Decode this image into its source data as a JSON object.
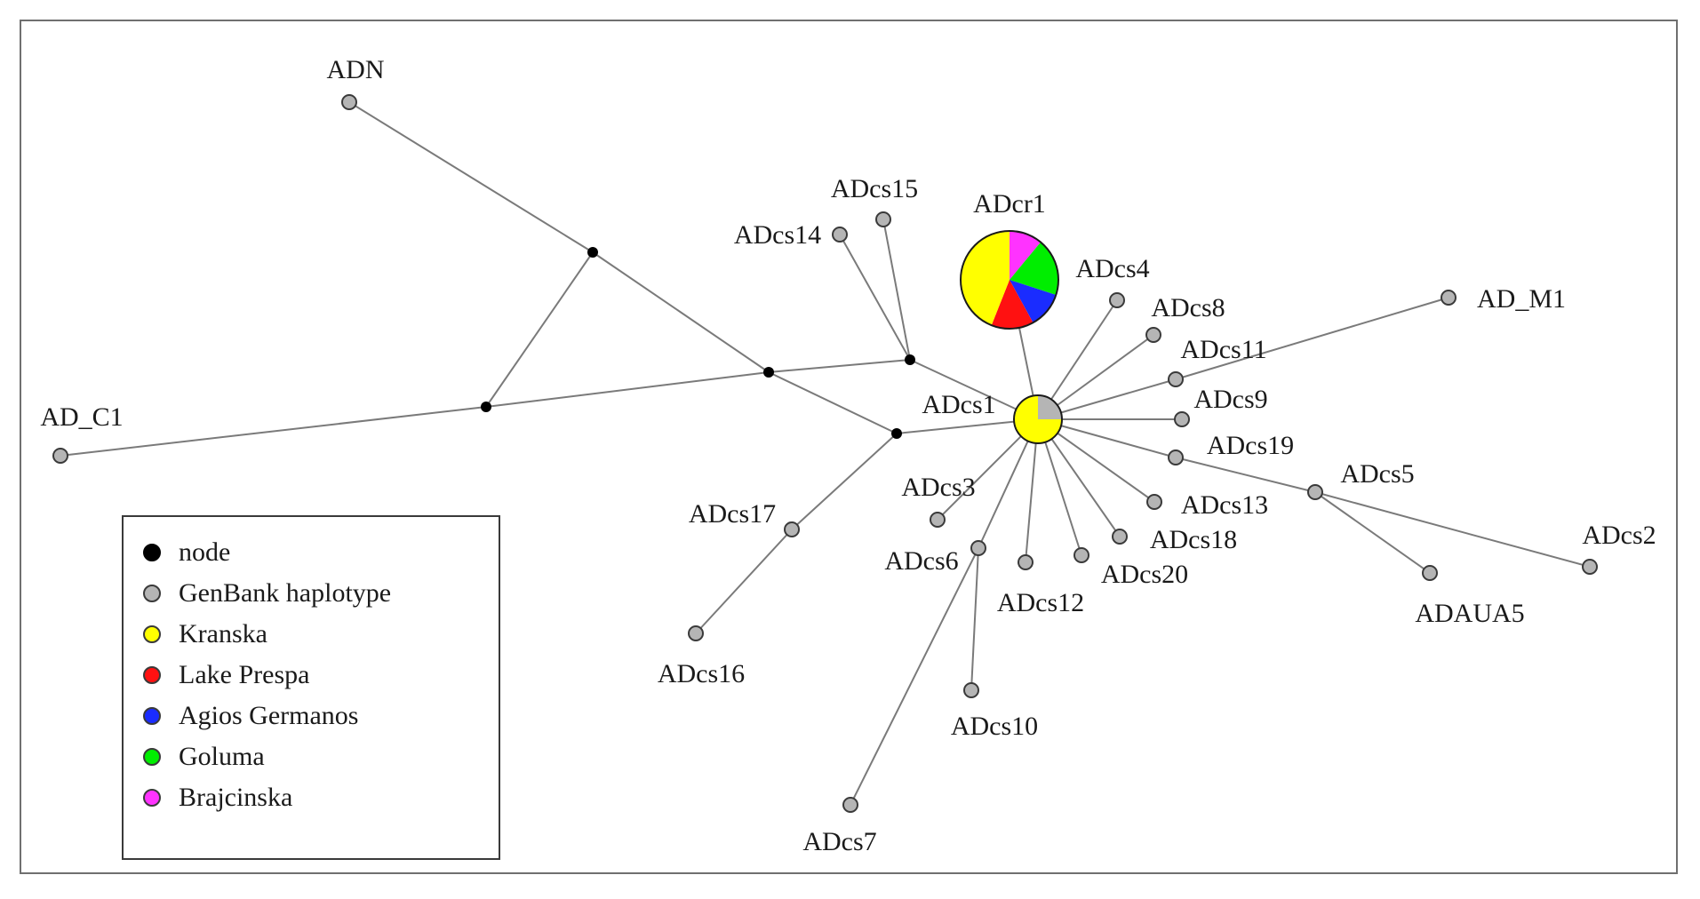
{
  "colors": {
    "node": "#000000",
    "genbank": "#b5b5b5",
    "kranska": "#ffff00",
    "lake_prespa": "#ff1111",
    "agios_germanos": "#1a2cff",
    "goluma": "#00ee00",
    "brajcinska": "#ff33ff"
  },
  "haplotypes": [
    {
      "id": "ADN",
      "label": "ADN"
    },
    {
      "id": "AD_C1",
      "label": "AD_C1"
    },
    {
      "id": "ADcs14",
      "label": "ADcs14"
    },
    {
      "id": "ADcs15",
      "label": "ADcs15"
    },
    {
      "id": "ADcr1",
      "label": "ADcr1"
    },
    {
      "id": "ADcs4",
      "label": "ADcs4"
    },
    {
      "id": "ADcs8",
      "label": "ADcs8"
    },
    {
      "id": "ADcs11",
      "label": "ADcs11"
    },
    {
      "id": "AD_M1",
      "label": "AD_M1"
    },
    {
      "id": "ADcs1",
      "label": "ADcs1"
    },
    {
      "id": "ADcs9",
      "label": "ADcs9"
    },
    {
      "id": "ADcs19",
      "label": "ADcs19"
    },
    {
      "id": "ADcs5",
      "label": "ADcs5"
    },
    {
      "id": "ADcs2",
      "label": "ADcs2"
    },
    {
      "id": "ADAUA5",
      "label": "ADAUA5"
    },
    {
      "id": "ADcs13",
      "label": "ADcs13"
    },
    {
      "id": "ADcs18",
      "label": "ADcs18"
    },
    {
      "id": "ADcs20",
      "label": "ADcs20"
    },
    {
      "id": "ADcs12",
      "label": "ADcs12"
    },
    {
      "id": "ADcs3",
      "label": "ADcs3"
    },
    {
      "id": "ADcs6",
      "label": "ADcs6"
    },
    {
      "id": "ADcs10",
      "label": "ADcs10"
    },
    {
      "id": "ADcs7",
      "label": "ADcs7"
    },
    {
      "id": "ADcs17",
      "label": "ADcs17"
    },
    {
      "id": "ADcs16",
      "label": "ADcs16"
    }
  ],
  "pies": {
    "ADcr1": [
      {
        "group": "kranska",
        "fraction": 0.44
      },
      {
        "group": "lake_prespa",
        "fraction": 0.14
      },
      {
        "group": "agios_germanos",
        "fraction": 0.12
      },
      {
        "group": "goluma",
        "fraction": 0.19
      },
      {
        "group": "brajcinska",
        "fraction": 0.11
      }
    ],
    "ADcs1": [
      {
        "group": "kranska",
        "fraction": 0.75
      },
      {
        "group": "genbank",
        "fraction": 0.25
      }
    ]
  },
  "legend": {
    "items": [
      {
        "key": "node",
        "label": "node"
      },
      {
        "key": "genbank",
        "label": "GenBank haplotype"
      },
      {
        "key": "kranska",
        "label": "Kranska"
      },
      {
        "key": "lake_prespa",
        "label": "Lake Prespa"
      },
      {
        "key": "agios_germanos",
        "label": "Agios Germanos"
      },
      {
        "key": "goluma",
        "label": "Goluma"
      },
      {
        "key": "brajcinska",
        "label": "Brajcinska"
      }
    ]
  }
}
